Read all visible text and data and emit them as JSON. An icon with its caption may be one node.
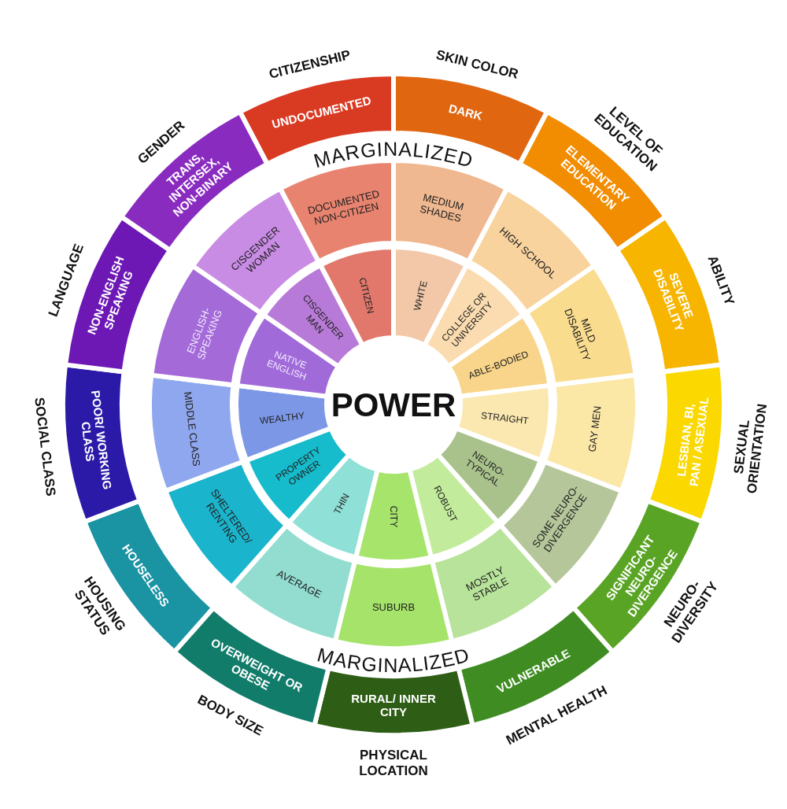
{
  "diagram": {
    "nodes": [
      {
        "text": [
          "POWER"
        ]
      },
      {
        "text": [
          "UNDOCUMENTED"
        ],
        "beside": [
          "CITIZENSHIP"
        ]
      },
      {
        "text": [
          "DOCUMENTED NON-CITIZEN"
        ]
      },
      {
        "text": [
          "CITIZEN"
        ]
      },
      {
        "text": [
          "DARK"
        ],
        "beside": [
          "SKIN COLOR"
        ]
      },
      {
        "text": [
          "MEDIUM SHADES"
        ]
      },
      {
        "text": [
          "WHITE"
        ]
      },
      {
        "text": [
          "ELEMENTARY EDUCATION"
        ],
        "beside": [
          "LEVEL OF EDUCATION"
        ]
      },
      {
        "text": [
          "HIGH SCHOOL"
        ]
      },
      {
        "text": [
          "COLLEGE OR UNIVERSITY"
        ]
      },
      {
        "text": [
          "SEVERE DISABILITY"
        ],
        "beside": [
          "ABILITY"
        ]
      },
      {
        "text": [
          "MILD DISABILITY"
        ]
      },
      {
        "text": [
          "ABLE-BODIED"
        ]
      },
      {
        "text": [
          "LESBIAN, BI, PAN / ASEXUAL"
        ],
        "beside": [
          "SEXUAL ORIENTATION"
        ]
      },
      {
        "text": [
          "GAY MEN"
        ]
      },
      {
        "text": [
          "STRAIGHT"
        ]
      },
      {
        "text": [
          "SIGNIFICANT NEURO-DIVERGENCE"
        ],
        "beside": [
          "NEURO-DIVERSITY"
        ]
      },
      {
        "text": [
          "SOME NEURO-DIVERGENCE"
        ]
      },
      {
        "text": [
          "NEURO-TYPICAL"
        ]
      },
      {
        "text": [
          "VULNERABLE"
        ],
        "beside": [
          "MENTAL HEALTH"
        ]
      },
      {
        "text": [
          "MOSTLY STABLE"
        ]
      },
      {
        "text": [
          "ROBUST"
        ]
      },
      {
        "text": [
          "RURAL/ INNER CITY"
        ],
        "beside": [
          "PHYSICAL LOCATION"
        ]
      },
      {
        "text": [
          "SUBURB"
        ]
      },
      {
        "text": [
          "CITY"
        ]
      },
      {
        "text": [
          "OVERWEIGHT OR OBESE"
        ],
        "beside": [
          "BODY SIZE"
        ]
      },
      {
        "text": [
          "AVERAGE"
        ]
      },
      {
        "text": [
          "THIN"
        ]
      },
      {
        "text": [
          "HOUSELESS"
        ],
        "beside": [
          "HOUSING STATUS"
        ]
      },
      {
        "text": [
          "SHELTERED/ RENTING"
        ]
      },
      {
        "text": [
          "PROPERTY OWNER"
        ]
      },
      {
        "text": [
          "POOR/ WORKING CLASS"
        ],
        "beside": [
          "SOCIAL CLASS"
        ]
      },
      {
        "text": [
          "MIDDLE CLASS"
        ]
      },
      {
        "text": [
          "WEALTHY"
        ]
      },
      {
        "text": [
          "NON-ENGLISH SPEAKING"
        ],
        "beside": [
          "LANGUAGE"
        ]
      },
      {
        "text": [
          "ENGLISH-SPEAKING"
        ]
      },
      {
        "text": [
          "NATIVE ENGLISH"
        ]
      },
      {
        "text": [
          "TRANS, INTERSEX, NON-BINARY"
        ],
        "beside": [
          "GENDER"
        ]
      },
      {
        "text": [
          "CISGENDER WOMAN"
        ]
      },
      {
        "text": [
          "CISGENDER MAN"
        ]
      }
    ],
    "labels": [
      "MARGINALIZED",
      "MARGINALIZED"
    ]
  }
}
